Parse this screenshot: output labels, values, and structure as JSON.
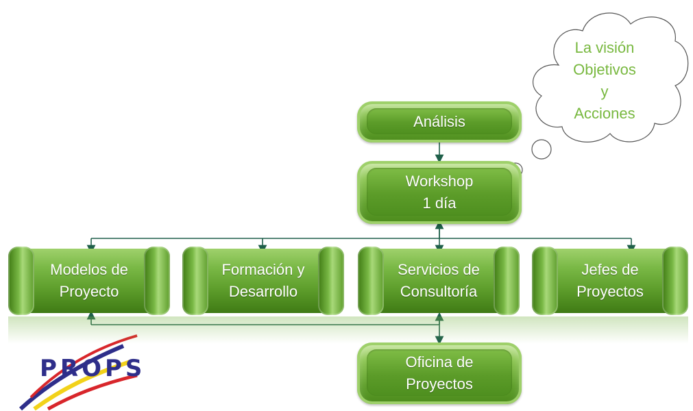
{
  "top_boxes": {
    "analysis": "Análisis",
    "workshop": "Workshop\n1 día"
  },
  "cloud": {
    "text": "La visión\nObjetivos\ny\nAcciones"
  },
  "pillars": [
    {
      "label": "Modelos de\nProyecto"
    },
    {
      "label": "Formación y\nDesarrollo"
    },
    {
      "label": "Servicios de\nConsultoría"
    },
    {
      "label": "Jefes de\nProyectos"
    }
  ],
  "bottom_box": {
    "office": "Oficina de\nProyectos"
  },
  "logo": {
    "text": "PROPS"
  },
  "colors": {
    "box_green": "#5f9f2b",
    "connector": "#1f5f4a",
    "cloud_text": "#78b83f",
    "logo_blue": "#2e2e8a",
    "logo_red": "#d8262b",
    "logo_yellow": "#f2d21a"
  }
}
